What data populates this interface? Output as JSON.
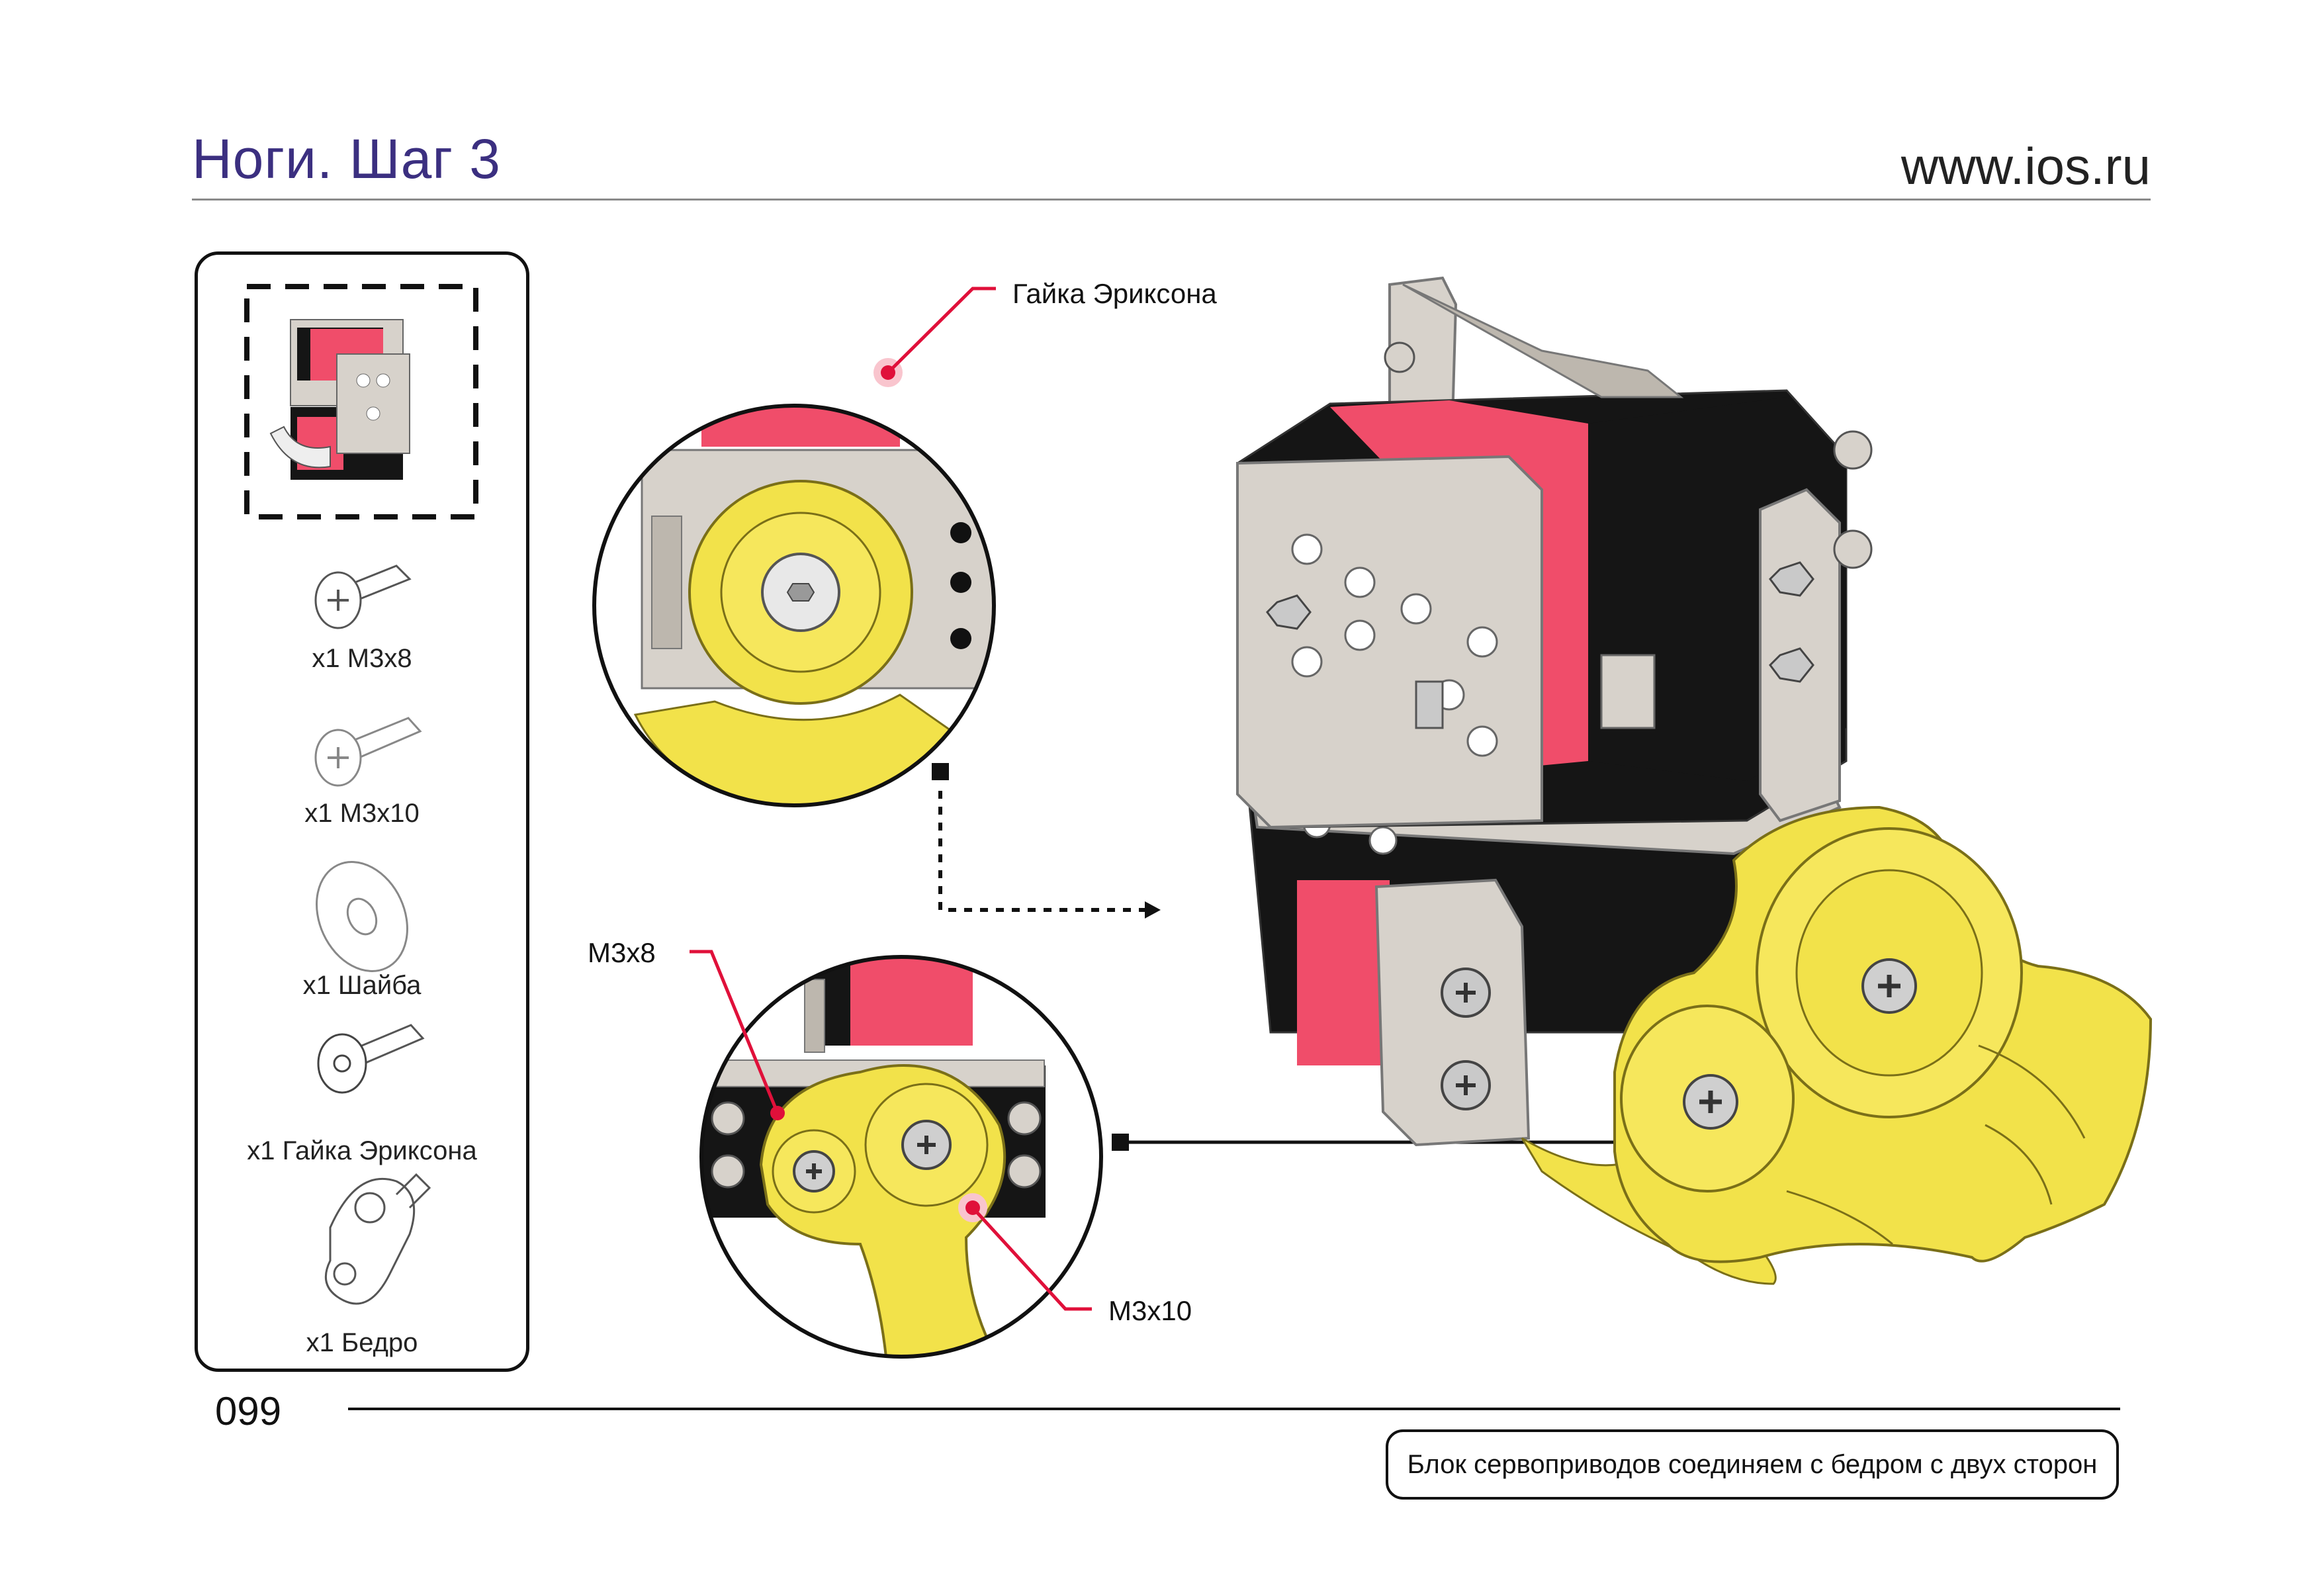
{
  "header": {
    "title": "Ноги. Шаг 3",
    "site": "www.ios.ru"
  },
  "parts": [
    {
      "label": "x1 M3x8"
    },
    {
      "label": "x1 M3x10"
    },
    {
      "label": "x1 Шайба"
    },
    {
      "label": "x1 Гайка Эриксона"
    },
    {
      "label": "x1 Бедро"
    }
  ],
  "callouts": {
    "erickson_nut": "Гайка Эриксона",
    "m3x8": "M3x8",
    "m3x10": "M3x10"
  },
  "footer": {
    "page_number": "099",
    "caption": "Блок сервоприводов соединяем с бедром с двух сторон"
  },
  "colors": {
    "title": "#3b2f80",
    "servo_pink": "#f04d6a",
    "servo_black": "#151515",
    "bracket_grey": "#d7d2cb",
    "thigh_yellow": "#f2e24a",
    "accent_red": "#e0103a"
  }
}
